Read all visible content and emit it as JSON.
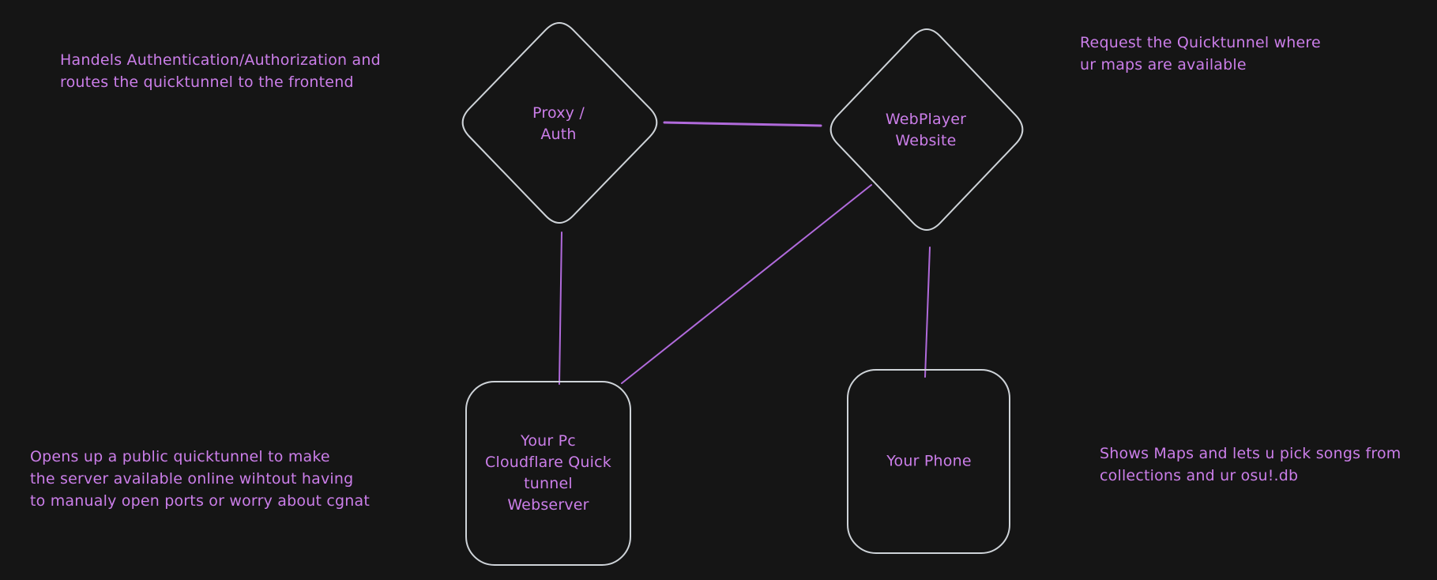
{
  "diagram": {
    "theme": {
      "background": "#151515",
      "node_stroke": "#ced3d8",
      "connector_color": "#b06adb",
      "text_color": "#cb7ee9"
    },
    "nodes": {
      "proxy_auth": {
        "shape": "diamond",
        "label": "Proxy /\nAuth"
      },
      "webplayer": {
        "shape": "diamond",
        "label": "WebPlayer\nWebsite"
      },
      "pc_webserver": {
        "shape": "rounded-rectangle",
        "label": "Your Pc\nCloudflare Quick\ntunnel\nWebserver"
      },
      "phone": {
        "shape": "rounded-rectangle",
        "label": "Your Phone"
      }
    },
    "annotations": {
      "top_left": {
        "text": "Handels Authentication/Authorization and\nroutes the quicktunnel to the frontend"
      },
      "top_right": {
        "text": "Request the Quicktunnel where\nur maps are available"
      },
      "bottom_left": {
        "text": "Opens up a public quicktunnel to make\nthe server available online wihtout having\nto manualy open ports or worry about cgnat"
      },
      "bottom_right": {
        "text": "Shows Maps and lets u pick songs from\ncollections and ur osu!.db"
      }
    },
    "edges": [
      {
        "from": "proxy_auth",
        "to": "webplayer"
      },
      {
        "from": "proxy_auth",
        "to": "pc_webserver"
      },
      {
        "from": "webplayer",
        "to": "pc_webserver"
      },
      {
        "from": "webplayer",
        "to": "phone"
      }
    ]
  }
}
